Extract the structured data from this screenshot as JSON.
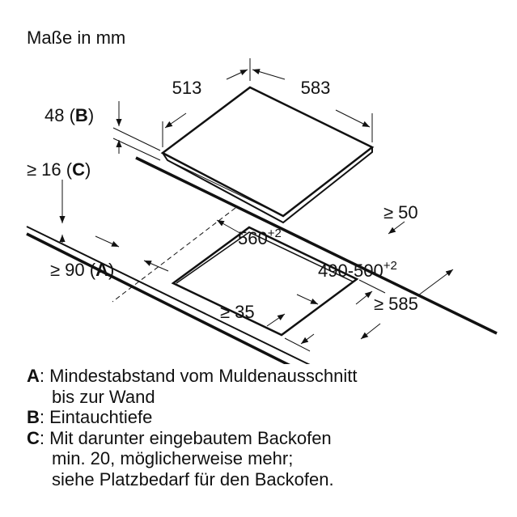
{
  "title": "Maße in mm",
  "labels": {
    "width_513": "513",
    "depth_583": "583",
    "height_48": "48 (",
    "height_48_key": "B",
    "c16": "≥ 16 (",
    "c16_key": "C",
    "cut_560": "560",
    "cut_560_tol": "+2",
    "gap_50": "≥ 50",
    "cut_490": "490-500",
    "cut_490_tol": "+2",
    "a90": "≥ 90 (",
    "a90_key": "A",
    "d585": "≥ 585",
    "f35": "≥ 35",
    "close": ")"
  },
  "legend": [
    {
      "key": "A",
      "lines": [
        "Mindestabstand vom Muldenausschnitt",
        "bis zur Wand"
      ]
    },
    {
      "key": "B",
      "lines": [
        "Eintauchtiefe"
      ]
    },
    {
      "key": "C",
      "lines": [
        "Mit darunter eingebautem Backofen",
        "min. 20, möglicherweise mehr;",
        "siehe Platzbedarf für den Backofen."
      ]
    }
  ]
}
